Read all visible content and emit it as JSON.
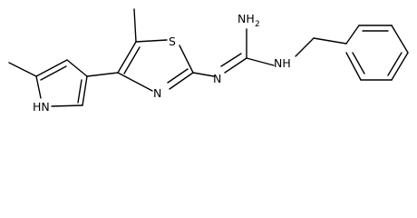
{
  "molecule": {
    "atoms": {
      "nh2_label": "NH",
      "nh2_sub": "2",
      "nh_label": "NH",
      "n_ring_label": "N",
      "n_imine_label": "N",
      "s_label": "S",
      "hn_label": "HN"
    }
  }
}
